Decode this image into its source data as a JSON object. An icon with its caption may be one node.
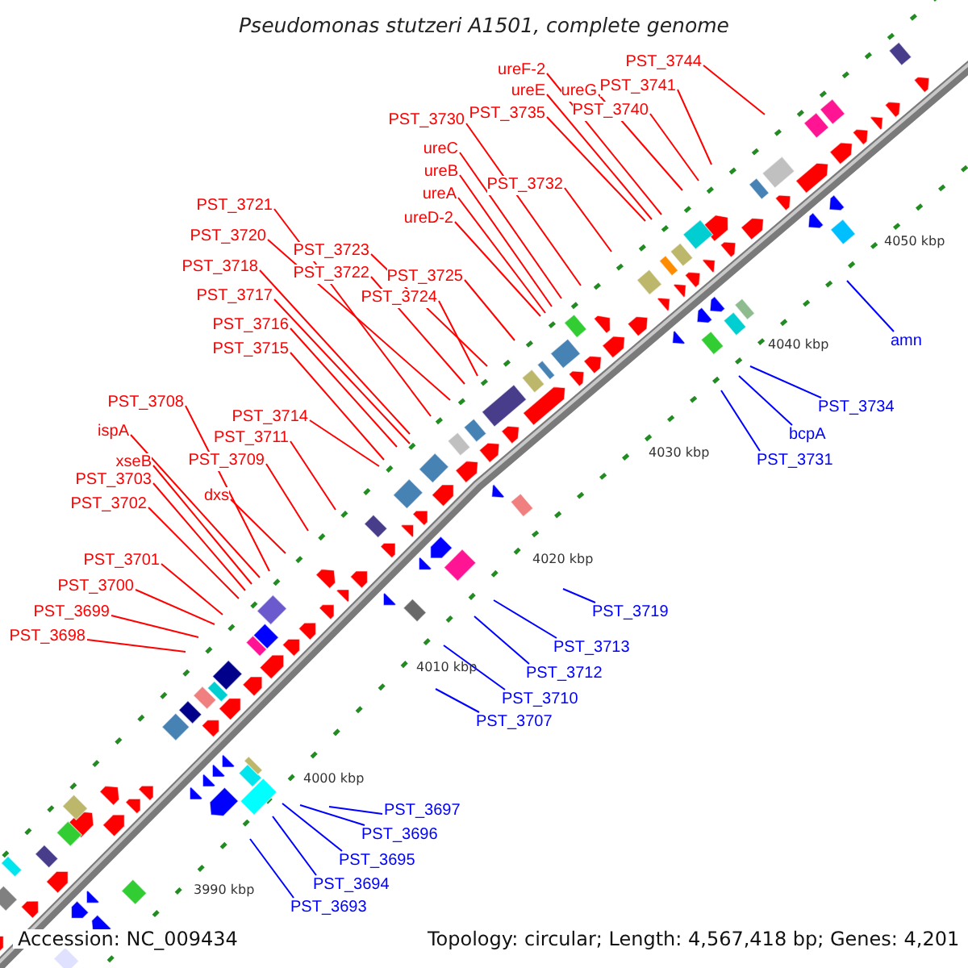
{
  "diagram": {
    "title": "Pseudomonas stutzeri A1501, complete genome",
    "nodes": [
      {
        "text": [
          "PST_3744"
        ]
      },
      {
        "text": [
          "ureF-2"
        ]
      },
      {
        "text": [
          "ureE"
        ]
      },
      {
        "text": [
          "ureG"
        ]
      },
      {
        "text": [
          "PST_3741"
        ]
      },
      {
        "text": [
          "PST_3740"
        ]
      },
      {
        "text": [
          "PST_3735"
        ]
      },
      {
        "text": [
          "PST_3730"
        ]
      },
      {
        "text": [
          "ureC"
        ]
      },
      {
        "text": [
          "ureB"
        ]
      },
      {
        "text": [
          "PST_3732"
        ]
      },
      {
        "text": [
          "ureA"
        ]
      },
      {
        "text": [
          "PST_3721"
        ]
      },
      {
        "text": [
          "ureD-2"
        ]
      },
      {
        "text": [
          "PST_3720"
        ]
      },
      {
        "text": [
          "PST_3723"
        ]
      },
      {
        "text": [
          "PST_3718"
        ]
      },
      {
        "text": [
          "PST_3722"
        ]
      },
      {
        "text": [
          "PST_3725"
        ]
      },
      {
        "text": [
          "PST_3717"
        ]
      },
      {
        "text": [
          "PST_3724"
        ]
      },
      {
        "text": [
          "PST_3716"
        ]
      },
      {
        "text": [
          "amn"
        ]
      },
      {
        "text": [
          "PST_3715"
        ]
      },
      {
        "text": [
          "PST_3708"
        ]
      },
      {
        "text": [
          "PST_3734"
        ]
      },
      {
        "text": [
          "PST_3714"
        ]
      },
      {
        "text": [
          "ispA"
        ]
      },
      {
        "text": [
          "bcpA"
        ]
      },
      {
        "text": [
          "PST_3711"
        ]
      },
      {
        "text": [
          "PST_3709"
        ]
      },
      {
        "text": [
          "PST_3731"
        ]
      },
      {
        "text": [
          "xseB"
        ]
      },
      {
        "text": [
          "PST_3703"
        ]
      },
      {
        "text": [
          "dxs"
        ]
      },
      {
        "text": [
          "PST_3702"
        ]
      },
      {
        "text": [
          "PST_3701"
        ]
      },
      {
        "text": [
          "PST_3700"
        ]
      },
      {
        "text": [
          "PST_3719"
        ]
      },
      {
        "text": [
          "PST_3699"
        ]
      },
      {
        "text": [
          "PST_3698"
        ]
      },
      {
        "text": [
          "PST_3713"
        ]
      },
      {
        "text": [
          "PST_3712"
        ]
      },
      {
        "text": [
          "PST_3710"
        ]
      },
      {
        "text": [
          "PST_3707"
        ]
      },
      {
        "text": [
          "PST_3697"
        ]
      },
      {
        "text": [
          "PST_3696"
        ]
      },
      {
        "text": [
          "PST_3695"
        ]
      },
      {
        "text": [
          "PST_3694"
        ]
      },
      {
        "text": [
          "PST_3693"
        ]
      }
    ],
    "edges": [
      {
        "from": 0,
        "to": null,
        "arrow": "none"
      },
      {
        "from": 1,
        "to": null,
        "arrow": "none"
      },
      {
        "from": 2,
        "to": null,
        "arrow": "none"
      },
      {
        "from": 3,
        "to": null,
        "arrow": "none"
      },
      {
        "from": 4,
        "to": null,
        "arrow": "none"
      },
      {
        "from": 5,
        "to": null,
        "arrow": "none"
      },
      {
        "from": 6,
        "to": null,
        "arrow": "none"
      },
      {
        "from": 7,
        "to": null,
        "arrow": "none"
      },
      {
        "from": 8,
        "to": null,
        "arrow": "none"
      },
      {
        "from": 9,
        "to": null,
        "arrow": "none"
      },
      {
        "from": 10,
        "to": null,
        "arrow": "none"
      },
      {
        "from": 11,
        "to": null,
        "arrow": "none"
      },
      {
        "from": 12,
        "to": null,
        "arrow": "none"
      },
      {
        "from": 13,
        "to": null,
        "arrow": "none"
      },
      {
        "from": 14,
        "to": null,
        "arrow": "none"
      },
      {
        "from": 15,
        "to": null,
        "arrow": "none"
      },
      {
        "from": 16,
        "to": null,
        "arrow": "none"
      },
      {
        "from": 17,
        "to": null,
        "arrow": "none"
      },
      {
        "from": 18,
        "to": null,
        "arrow": "none"
      },
      {
        "from": 19,
        "to": null,
        "arrow": "none"
      },
      {
        "from": 20,
        "to": null,
        "arrow": "none"
      },
      {
        "from": 21,
        "to": null,
        "arrow": "none"
      },
      {
        "from": 22,
        "to": null,
        "arrow": "none",
        "color": "#0000ff"
      },
      {
        "from": 23,
        "to": null,
        "arrow": "none"
      },
      {
        "from": 24,
        "to": null,
        "arrow": "none"
      },
      {
        "from": 25,
        "to": null,
        "arrow": "none",
        "color": "#0000ff"
      },
      {
        "from": 26,
        "to": null,
        "arrow": "none"
      },
      {
        "from": 27,
        "to": null,
        "arrow": "none"
      },
      {
        "from": 28,
        "to": null,
        "arrow": "none",
        "color": "#0000ff"
      },
      {
        "from": 29,
        "to": null,
        "arrow": "none"
      },
      {
        "from": 30,
        "to": null,
        "arrow": "none"
      },
      {
        "from": 31,
        "to": null,
        "arrow": "none",
        "color": "#0000ff"
      },
      {
        "from": 32,
        "to": null,
        "arrow": "none"
      },
      {
        "from": 33,
        "to": null,
        "arrow": "none"
      },
      {
        "from": 34,
        "to": null,
        "arrow": "none"
      },
      {
        "from": 35,
        "to": null,
        "arrow": "none"
      },
      {
        "from": 36,
        "to": null,
        "arrow": "none"
      },
      {
        "from": 37,
        "to": null,
        "arrow": "none"
      },
      {
        "from": 38,
        "to": null,
        "arrow": "none",
        "color": "#0000ff"
      },
      {
        "from": 39,
        "to": null,
        "arrow": "none"
      },
      {
        "from": 40,
        "to": null,
        "arrow": "none"
      },
      {
        "from": 41,
        "to": null,
        "arrow": "none",
        "color": "#0000ff"
      },
      {
        "from": 42,
        "to": null,
        "arrow": "none",
        "color": "#0000ff"
      },
      {
        "from": 43,
        "to": null,
        "arrow": "none",
        "color": "#0000ff"
      },
      {
        "from": 44,
        "to": null,
        "arrow": "none",
        "color": "#0000ff"
      },
      {
        "from": 45,
        "to": null,
        "arrow": "none",
        "color": "#0000ff"
      },
      {
        "from": 46,
        "to": null,
        "arrow": "none",
        "color": "#0000ff"
      },
      {
        "from": 47,
        "to": null,
        "arrow": "none",
        "color": "#0000ff"
      },
      {
        "from": 48,
        "to": null,
        "arrow": "none",
        "color": "#0000ff"
      },
      {
        "from": 49,
        "to": null,
        "arrow": "none",
        "color": "#0000ff"
      }
    ],
    "labels": [
      "4050 kbp",
      "4040 kbp",
      "4030 kbp",
      "4020 kbp",
      "4010 kbp",
      "4000 kbp",
      "3990 kbp",
      "Accession: NC_009434",
      "Topology: circular; Length: 4,567,418 bp; Genes: 4,201"
    ]
  }
}
